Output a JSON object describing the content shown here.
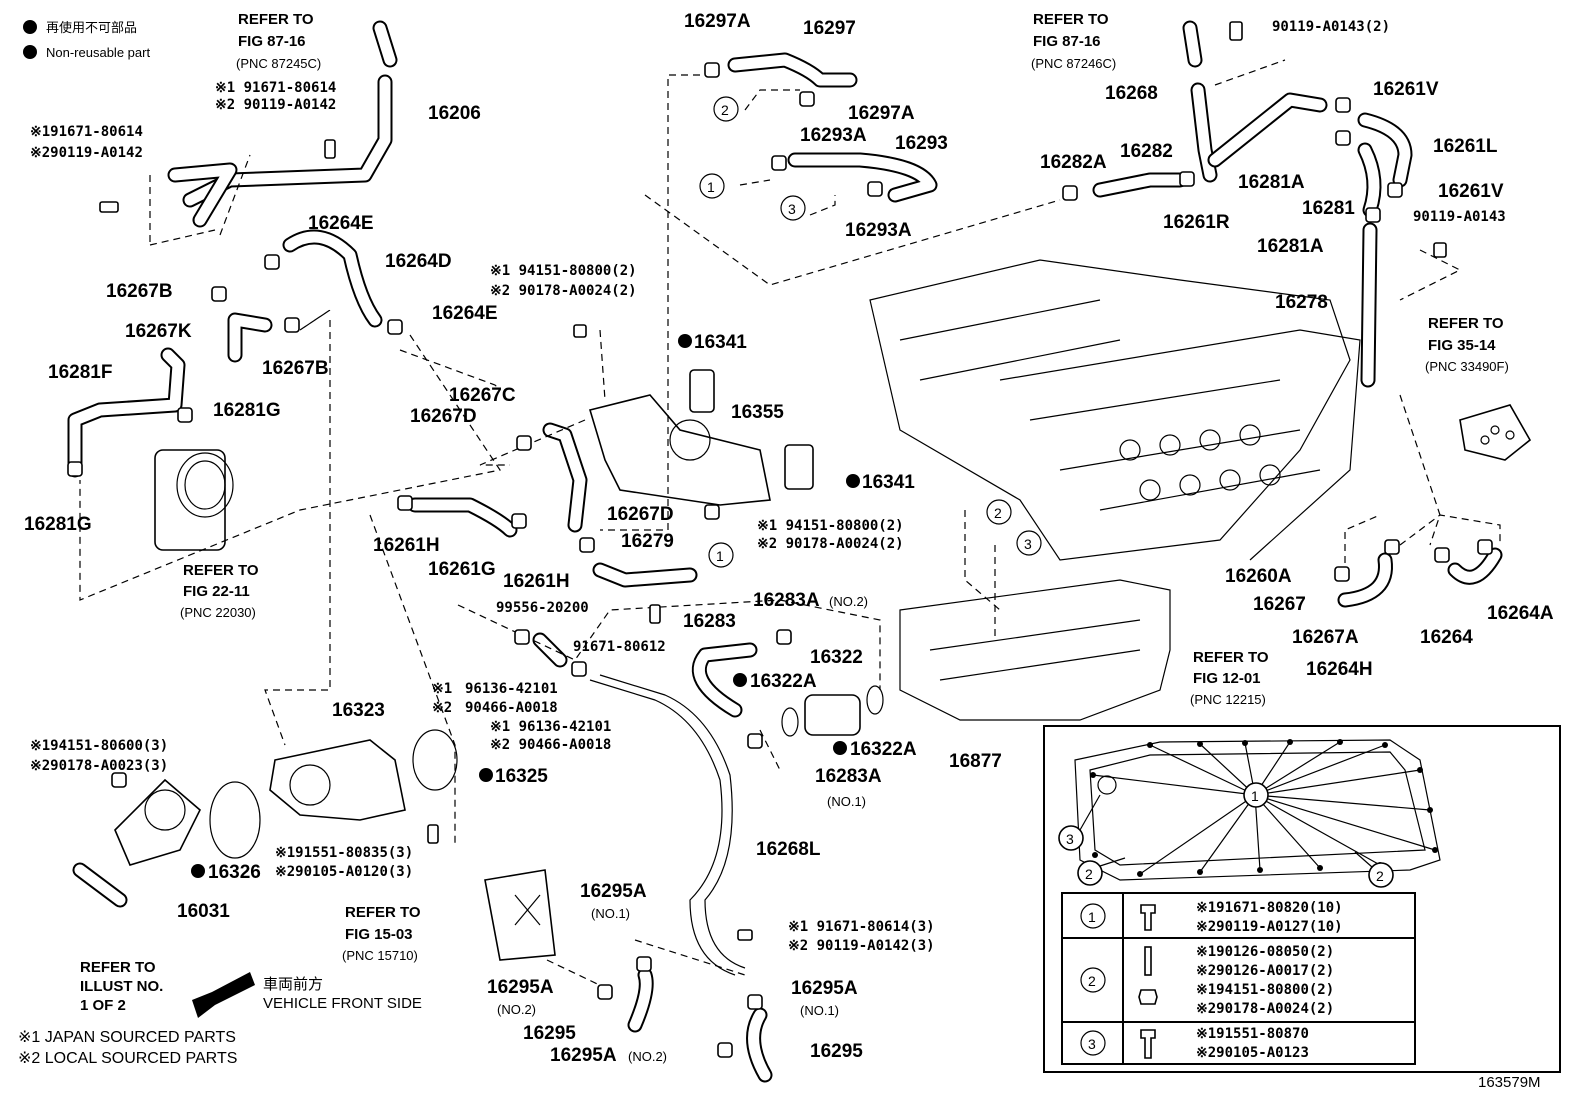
{
  "legend": {
    "nonreusable_jp": "再使用不可部品",
    "nonreusable_en": "Non-reusable part",
    "japan_sourced": "※1 JAPAN SOURCED PARTS",
    "local_sourced": "※2 LOCAL SOURCED PARTS",
    "front_jp": "車両前方",
    "front_en": "VEHICLE FRONT SIDE",
    "figure_id": "163579M"
  },
  "refs": {
    "fig87_16_l1": "REFER TO",
    "fig87_16_l2": "FIG 87-16",
    "fig87_16_l3": "(PNC 87245C)",
    "fig87_16b_l1": "REFER TO",
    "fig87_16b_l2": "FIG 87-16",
    "fig87_16b_l3": "(PNC 87246C)",
    "fig35_14_l1": "REFER TO",
    "fig35_14_l2": "FIG 35-14",
    "fig35_14_l3": "(PNC 33490F)",
    "fig22_11_l1": "REFER TO",
    "fig22_11_l2": "FIG 22-11",
    "fig22_11_l3": "(PNC 22030)",
    "fig12_01_l1": "REFER TO",
    "fig12_01_l2": "FIG 12-01",
    "fig12_01_l3": "(PNC 12215)",
    "fig15_03_l1": "REFER TO",
    "fig15_03_l2": "FIG 15-03",
    "fig15_03_l3": "(PNC 15710)",
    "illust_l1": "REFER TO",
    "illust_l2": "ILLUST NO.",
    "illust_l3": "1 OF 2"
  },
  "labels": {
    "p16206": "16206",
    "p16297A_a": "16297A",
    "p16297": "16297",
    "p16297A_b": "16297A",
    "p16293A_a": "16293A",
    "p16293": "16293",
    "p16293A_b": "16293A",
    "p16268": "16268",
    "p16261V_a": "16261V",
    "p16261L": "16261L",
    "p16281A_a": "16281A",
    "p16261V_b": "16261V",
    "p16281": "16281",
    "p16281A_b": "16281A",
    "p16282A": "16282A",
    "p16282": "16282",
    "p16261R": "16261R",
    "p16278": "16278",
    "p16264E_a": "16264E",
    "p16264D": "16264D",
    "p16264E_b": "16264E",
    "p16267B_a": "16267B",
    "p16267K": "16267K",
    "p16267B_b": "16267B",
    "p16281F": "16281F",
    "p16281G_a": "16281G",
    "p16281G_b": "16281G",
    "p16341_a": "16341",
    "p16341_b": "16341",
    "p16355": "16355",
    "p16267C": "16267C",
    "p16267D_a": "16267D",
    "p16267D_b": "16267D",
    "p16279": "16279",
    "p16261H_a": "16261H",
    "p16261G": "16261G",
    "p16261H_b": "16261H",
    "p99556": "99556-20200",
    "p91671_80612": "91671-80612",
    "p16283": "16283",
    "p16283A_a": "16283A",
    "p16283A_a_sub": "(NO.2)",
    "p16322": "16322",
    "p16322A_a": "16322A",
    "p16322A_b": "16322A",
    "p16283A_b": "16283A",
    "p16283A_b_sub": "(NO.1)",
    "p16877": "16877",
    "p16323": "16323",
    "p16325": "16325",
    "p16326": "16326",
    "p16031": "16031",
    "p16268L": "16268L",
    "p16295A_a": "16295A",
    "p16295A_a_sub": "(NO.1)",
    "p16295A_b": "16295A",
    "p16295A_b_sub": "(NO.2)",
    "p16295_a": "16295",
    "p16295A_c": "16295A",
    "p16295A_c_sub": "(NO.1)",
    "p16295A_d": "16295A",
    "p16295A_d_sub": "(NO.2)",
    "p16295_b": "16295",
    "p16260A": "16260A",
    "p16267": "16267",
    "p16267A": "16267A",
    "p16264H": "16264H",
    "p16264": "16264",
    "p16264A": "16264A",
    "p90119_A0143_2": "90119-A0143(2)",
    "p90119_A0143": "90119-A0143"
  },
  "bolts": {
    "b1a": "※1 91671-80614",
    "b1b": "※2 90119-A0142",
    "b2a": "※191671-80614",
    "b2b": "※290119-A0142",
    "b3a": "※1 94151-80800(2)",
    "b3b": "※2 90178-A0024(2)",
    "b4a": "※1 94151-80800(2)",
    "b4b": "※2 90178-A0024(2)",
    "b5a": "※1",
    "b5b": "96136-42101",
    "b5c": "※2",
    "b5d": "90466-A0018",
    "b6a": "※1 96136-42101",
    "b6b": "※2  90466-A0018",
    "b7a": "※194151-80600(3)",
    "b7b": "※290178-A0023(3)",
    "b8a": "※191551-80835(3)",
    "b8b": "※290105-A0120(3)",
    "b9a": "※1 91671-80614(3)",
    "b9b": "※2 90119-A0142(3)"
  },
  "callouts": [
    "1",
    "2",
    "3"
  ],
  "table": {
    "rows": [
      {
        "key": "1",
        "lines": [
          "※191671-80820(10)",
          "※290119-A0127(10)"
        ]
      },
      {
        "key": "2",
        "lines": [
          "※190126-08050(2)",
          "※290126-A0017(2)",
          "※194151-80800(2)",
          "※290178-A0024(2)"
        ]
      },
      {
        "key": "3",
        "lines": [
          "※191551-80870",
          "※290105-A0123"
        ]
      }
    ]
  },
  "inset_callouts": [
    "1",
    "3",
    "2",
    "2"
  ]
}
